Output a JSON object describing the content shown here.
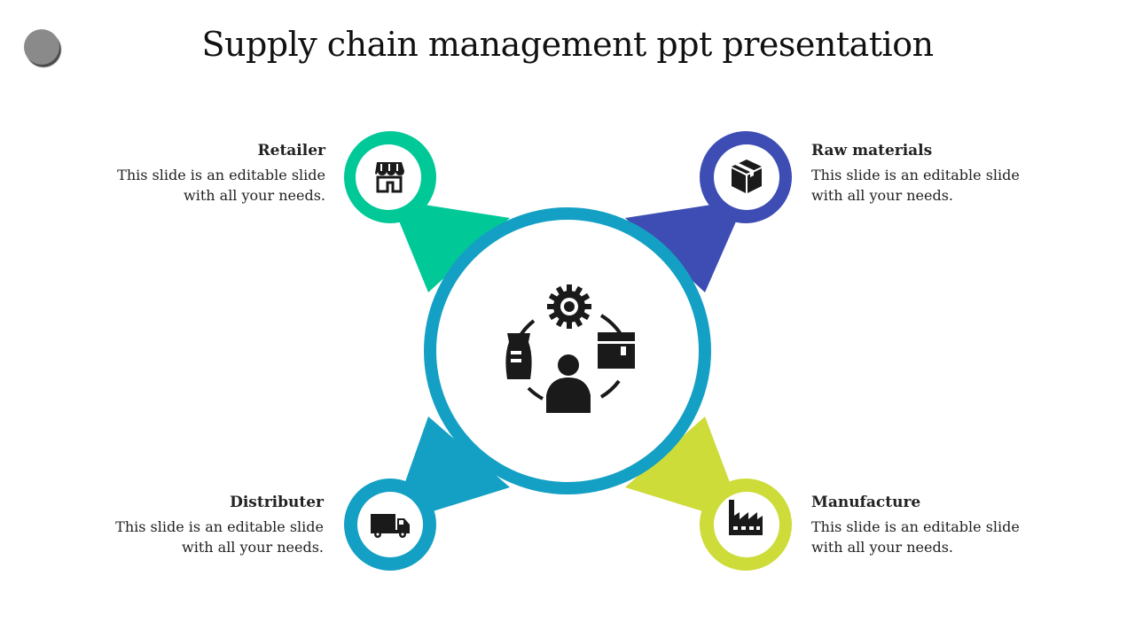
{
  "title": "Supply chain management ppt presentation",
  "colors": {
    "retailer": "#00c897",
    "raw_materials": "#3d4db3",
    "distributer": "#14a0c4",
    "manufacture": "#cddc39",
    "center_ring": "#14a0c4",
    "icon": "#1a1a1a"
  },
  "items": [
    {
      "key": "retailer",
      "heading": "Retailer",
      "text": "This slide is an editable slide with all your needs.",
      "icon": "store-icon"
    },
    {
      "key": "raw_materials",
      "heading": "Raw materials",
      "text": "This slide is an editable slide with all your needs.",
      "icon": "box-icon"
    },
    {
      "key": "distributer",
      "heading": "Distributer",
      "text": "This slide is an editable slide with all your needs.",
      "icon": "truck-icon"
    },
    {
      "key": "manufacture",
      "heading": "Manufacture",
      "text": "This slide is an editable slide with all your needs.",
      "icon": "factory-icon"
    }
  ],
  "center_icon": "supply-chain-cycle-icon"
}
